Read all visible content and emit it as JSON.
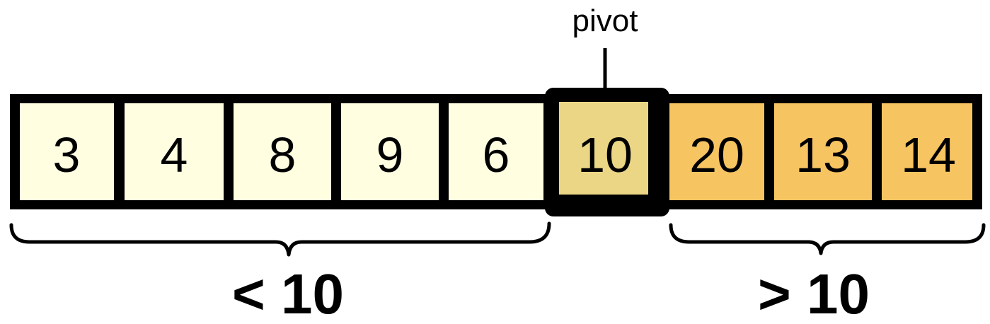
{
  "pivot_label": "pivot",
  "cells": [
    {
      "value": "3",
      "group": "less"
    },
    {
      "value": "4",
      "group": "less"
    },
    {
      "value": "8",
      "group": "less"
    },
    {
      "value": "9",
      "group": "less"
    },
    {
      "value": "6",
      "group": "less"
    },
    {
      "value": "10",
      "group": "pivot"
    },
    {
      "value": "20",
      "group": "greater"
    },
    {
      "value": "13",
      "group": "greater"
    },
    {
      "value": "14",
      "group": "greater"
    }
  ],
  "ranges": {
    "left_label": "< 10",
    "right_label": "> 10"
  },
  "colors": {
    "less": "#FFFEE0",
    "pivot": "#EBD686",
    "greater": "#F7C462",
    "border": "#000000"
  }
}
